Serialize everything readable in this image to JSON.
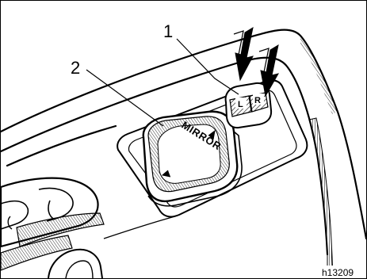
{
  "callouts": {
    "one": "1",
    "two": "2"
  },
  "select_switch": {
    "left_label": "L",
    "right_label": "R"
  },
  "mirror_knob": {
    "label": "MIRROR"
  },
  "figure_code": "h13209",
  "colors": {
    "ink": "#000000",
    "paper": "#ffffff"
  }
}
